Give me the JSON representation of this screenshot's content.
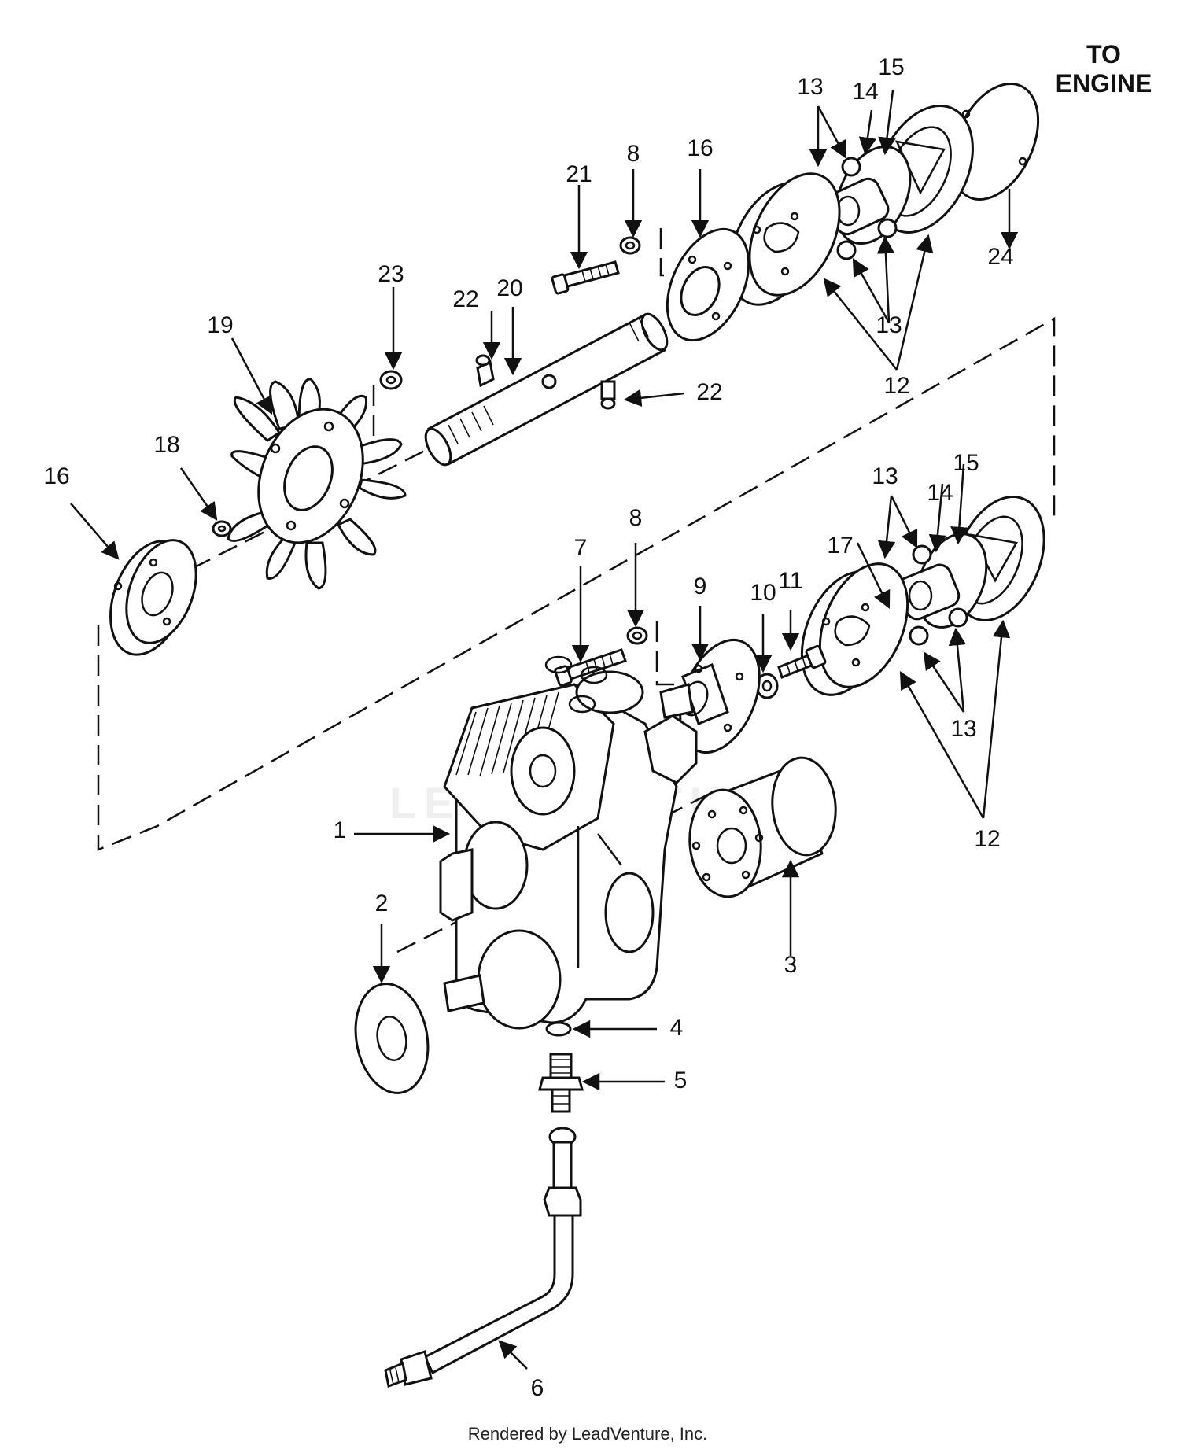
{
  "callout_labels": {
    "l1": "1",
    "l2": "2",
    "l3": "3",
    "l4": "4",
    "l5": "5",
    "l6": "6",
    "l7": "7",
    "l8a": "8",
    "l8b": "8",
    "l9": "9",
    "l10": "10",
    "l11": "11",
    "l12a": "12",
    "l12b": "12",
    "l13a": "13",
    "l13b": "13",
    "l13c": "13",
    "l13d": "13",
    "l14a": "14",
    "l14b": "14",
    "l15a": "15",
    "l15b": "15",
    "l16a": "16",
    "l16b": "16",
    "l17": "17",
    "l18": "18",
    "l19": "19",
    "l20": "20",
    "l21": "21",
    "l22a": "22",
    "l22b": "22",
    "l23": "23",
    "l24": "24"
  },
  "to_engine": {
    "line1": "TO",
    "line2": "ENGINE"
  },
  "watermark": "LEADVENTURE",
  "footer": "Rendered by LeadVenture, Inc.",
  "colors": {
    "ink": "#111111",
    "paper": "#ffffff"
  }
}
